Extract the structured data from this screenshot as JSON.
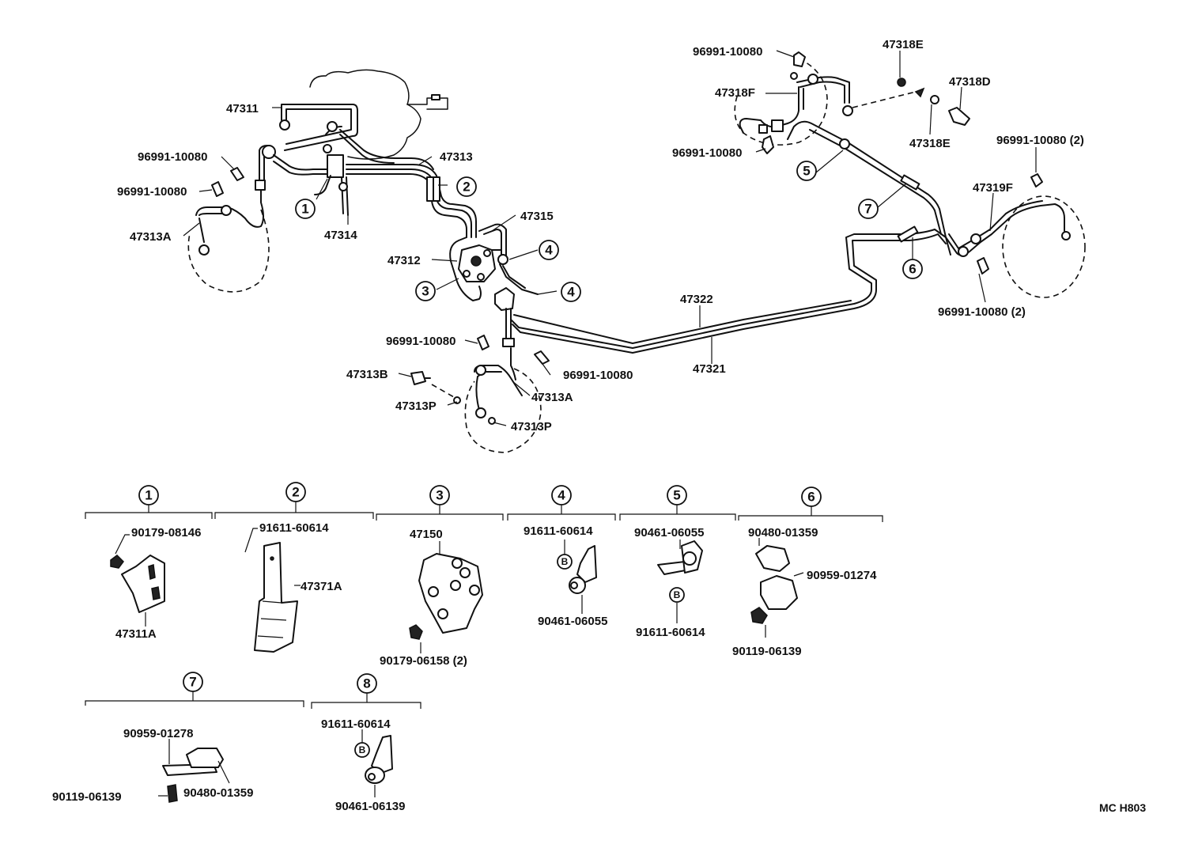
{
  "labels": {
    "l47311": "47311",
    "l96991a": "96991-10080",
    "l96991b": "96991-10080",
    "l47313A_top": "47313A",
    "l47314": "47314",
    "l47313": "47313",
    "l47315": "47315",
    "l47312": "47312",
    "l96991c": "96991-10080",
    "l47313B": "47313B",
    "l96991d": "96991-10080",
    "l47313A_bot": "47313A",
    "l47313P_a": "47313P",
    "l47313P_b": "47313P",
    "l47322": "47322",
    "l47321": "47321",
    "l96991e": "96991-10080",
    "l47318F": "47318F",
    "l96991f": "96991-10080",
    "l47318E_a": "47318E",
    "l47318D": "47318D",
    "l47318E_b": "47318E",
    "l96991g": "96991-10080 (2)",
    "l47319F": "47319F",
    "l96991h": "96991-10080 (2)",
    "g1a": "90179-08146",
    "g1b": "47311A",
    "g2a": "91611-60614",
    "g2b": "47371A",
    "g3a": "47150",
    "g3b": "90179-06158 (2)",
    "g4a": "91611-60614",
    "g4b": "90461-06055",
    "g5a": "90461-06055",
    "g5b": "91611-60614",
    "g6a": "90480-01359",
    "g6b": "90959-01274",
    "g6c": "90119-06139",
    "g7a": "90959-01278",
    "g7b": "90480-01359",
    "g7c": "90119-06139",
    "g8a": "91611-60614",
    "g8b": "90461-06139",
    "code": "MC H803"
  },
  "callouts": {
    "c1": "1",
    "c2": "2",
    "c3": "3",
    "c4a": "4",
    "c4b": "4",
    "c5": "5",
    "c6": "6",
    "c7": "7"
  },
  "groups": {
    "g1": "1",
    "g2": "2",
    "g3": "3",
    "g4": "4",
    "g5": "5",
    "g6": "6",
    "g7": "7",
    "g8": "8"
  },
  "marks": {
    "b": "B"
  }
}
